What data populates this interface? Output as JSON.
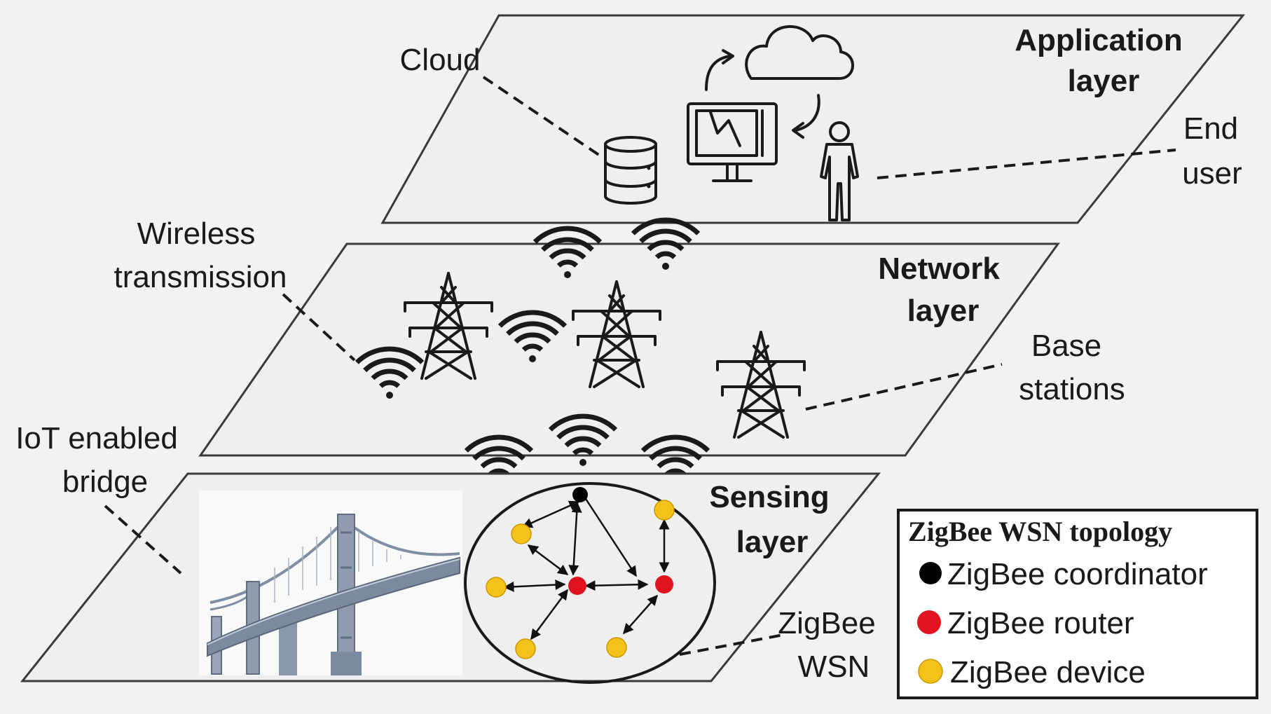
{
  "layers": {
    "application": {
      "line1": "Application",
      "line2": "layer"
    },
    "network": {
      "line1": "Network",
      "line2": "layer"
    },
    "sensing": {
      "line1": "Sensing",
      "line2": "layer"
    }
  },
  "callouts": {
    "cloud": "Cloud",
    "end_user": {
      "line1": "End",
      "line2": "user"
    },
    "wireless": {
      "line1": "Wireless",
      "line2": "transmission"
    },
    "base_stations": {
      "line1": "Base",
      "line2": "stations"
    },
    "iot_bridge": {
      "line1": "IoT enabled",
      "line2": "bridge"
    },
    "zigbee_wsn": {
      "line1": "ZigBee",
      "line2": "WSN"
    }
  },
  "legend": {
    "title": "ZigBee WSN topology",
    "items": [
      {
        "label": "ZigBee coordinator",
        "color": "#000000"
      },
      {
        "label": "ZigBee router",
        "color": "#e0141e"
      },
      {
        "label": "ZigBee device",
        "color": "#f5c21b"
      }
    ]
  },
  "colors": {
    "plane_fill": "#efefef",
    "outline": "#3a3a3a",
    "coordinator": "#000000",
    "router": "#e0141e",
    "device": "#f5c21b",
    "bridge_steel": "#8a98ac"
  },
  "icons": [
    "cloud-icon",
    "monitor-icon",
    "database-icon",
    "person-icon",
    "transmission-tower-icon",
    "wifi-icon",
    "suspension-bridge-icon"
  ]
}
